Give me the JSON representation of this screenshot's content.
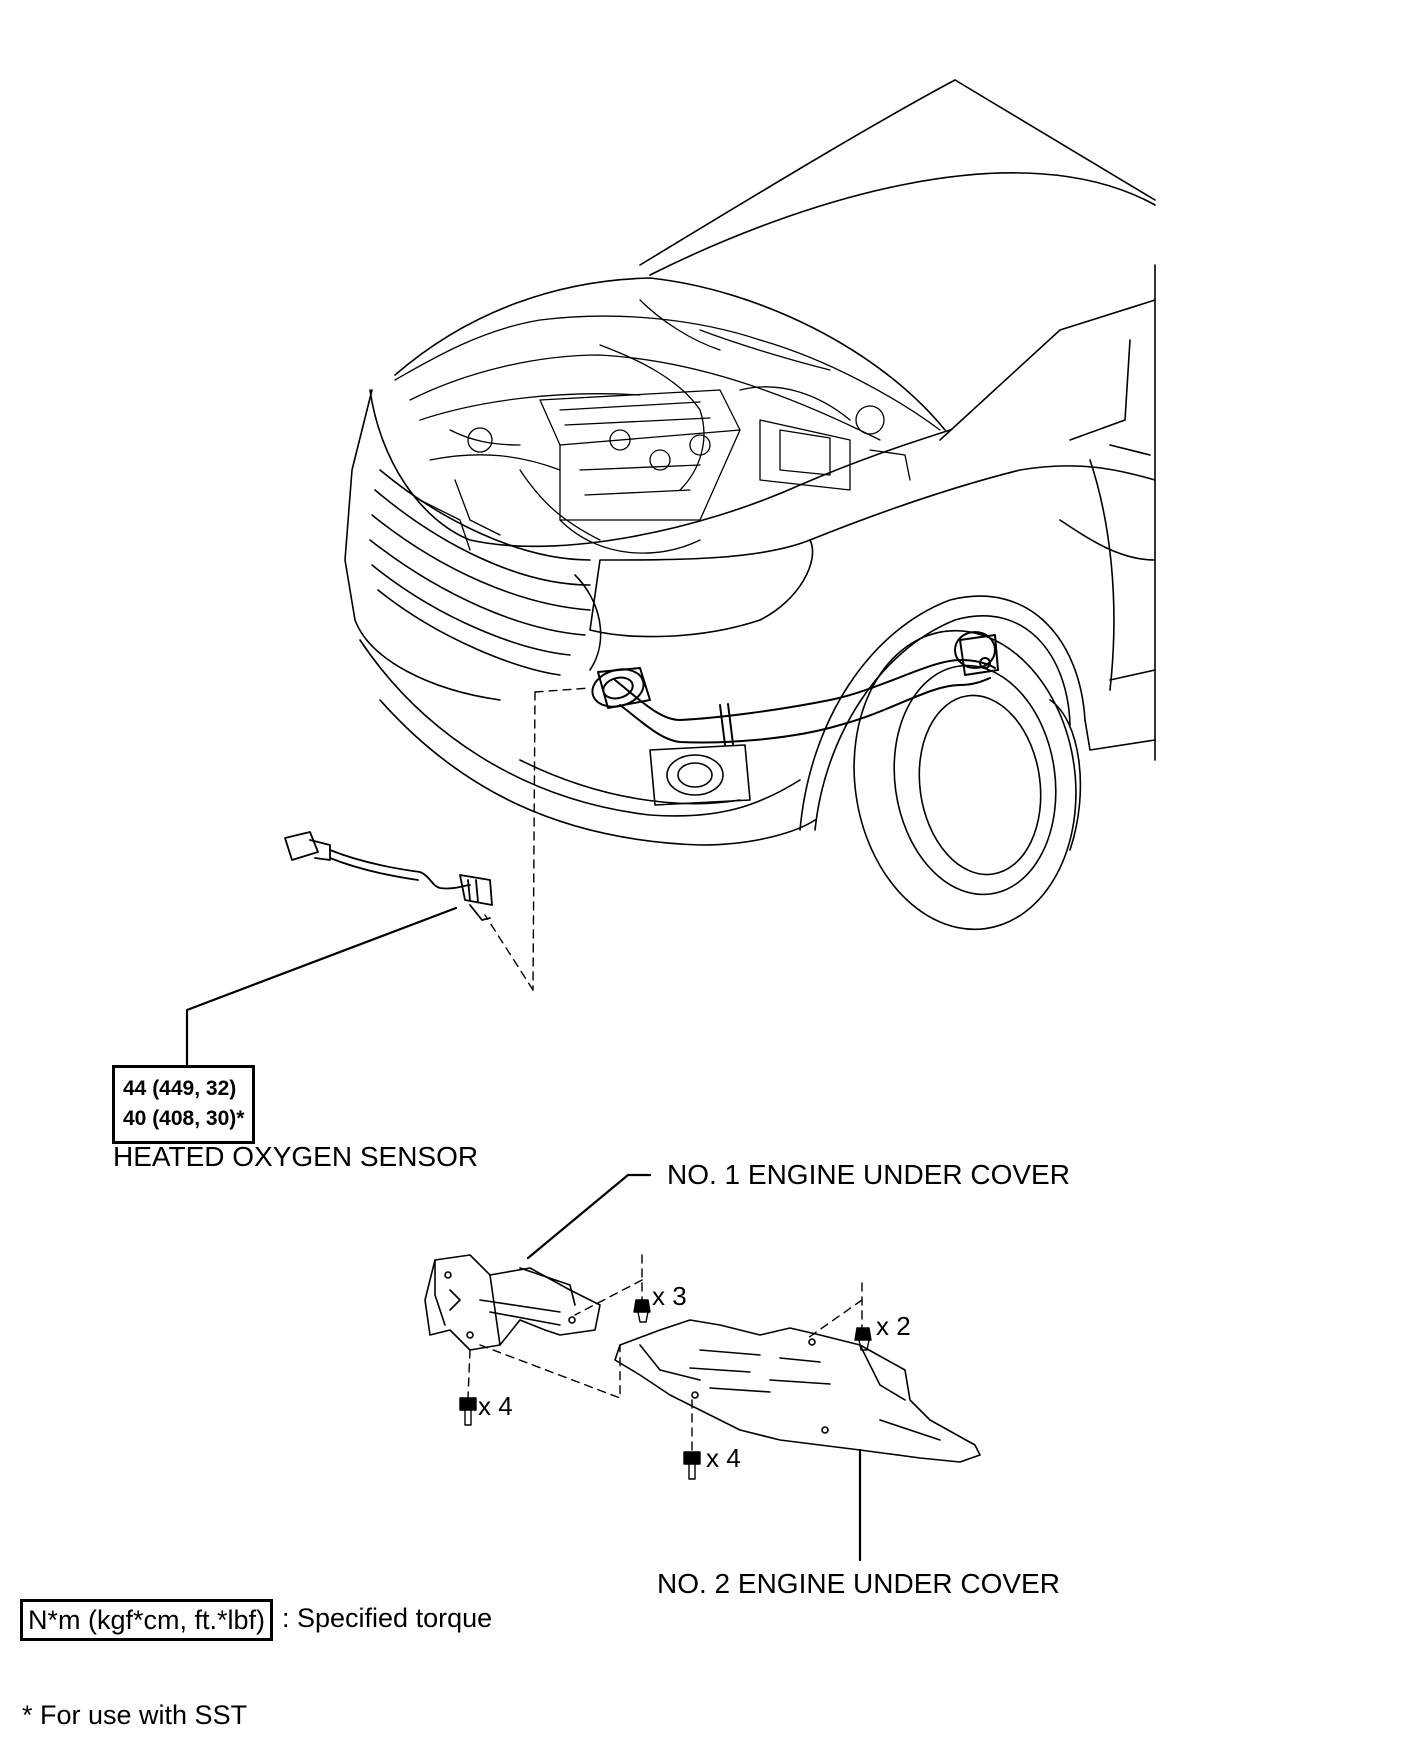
{
  "components": {
    "sensor_label": "HEATED OXYGEN SENSOR",
    "cover1_label": "NO. 1 ENGINE UNDER COVER",
    "cover2_label": "NO. 2 ENGINE UNDER COVER"
  },
  "torque": {
    "line1": "44 (449, 32)",
    "line2": "40 (408, 30)*"
  },
  "fasteners": {
    "clip_qty_1": "x 3",
    "clip_qty_2": "x 2",
    "bolt_qty_1": "x 4",
    "bolt_qty_2": "x 4"
  },
  "legend": {
    "unit": "N*m (kgf*cm, ft.*lbf)",
    "meaning": ": Specified torque",
    "footnote": "* For use with SST"
  }
}
